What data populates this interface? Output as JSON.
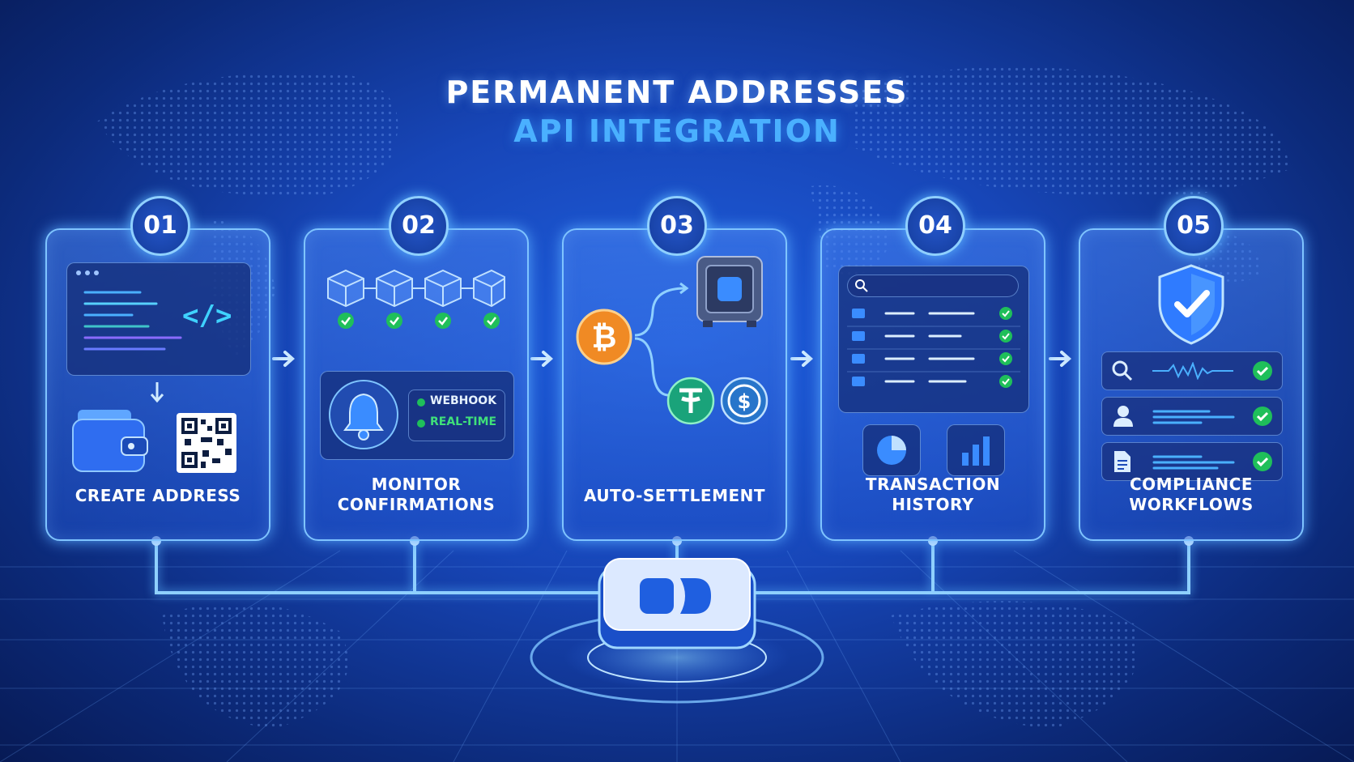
{
  "title": {
    "line1": "PERMANENT ADDRESSES",
    "line2": "API INTEGRATION"
  },
  "steps": [
    {
      "number": "01",
      "label": [
        "CREATE ADDRESS"
      ],
      "icons": [
        "code-window-icon",
        "wallet-icon",
        "qr-code-icon"
      ]
    },
    {
      "number": "02",
      "label": [
        "MONITOR",
        "CONFIRMATIONS"
      ],
      "icons": [
        "block-chain-icon",
        "bell-icon"
      ],
      "tags": [
        "WEBHOOK",
        "REAL-TIME"
      ]
    },
    {
      "number": "03",
      "label": [
        "AUTO-SETTLEMENT"
      ],
      "icons": [
        "bitcoin-icon",
        "vault-icon",
        "tether-icon",
        "usdc-icon"
      ]
    },
    {
      "number": "04",
      "label": [
        "TRANSACTION",
        "HISTORY"
      ],
      "icons": [
        "search-icon",
        "pie-chart-icon",
        "bar-chart-icon"
      ]
    },
    {
      "number": "05",
      "label": [
        "COMPLIANCE",
        "WORKFLOWS"
      ],
      "icons": [
        "shield-check-icon",
        "search-icon",
        "user-icon",
        "document-icon"
      ]
    }
  ],
  "colors": {
    "accent": "#4ab0ff",
    "check": "#1fbf5a",
    "bitcoin": "#f08a24",
    "tether": "#1aa37a",
    "usdc": "#2775ca"
  }
}
